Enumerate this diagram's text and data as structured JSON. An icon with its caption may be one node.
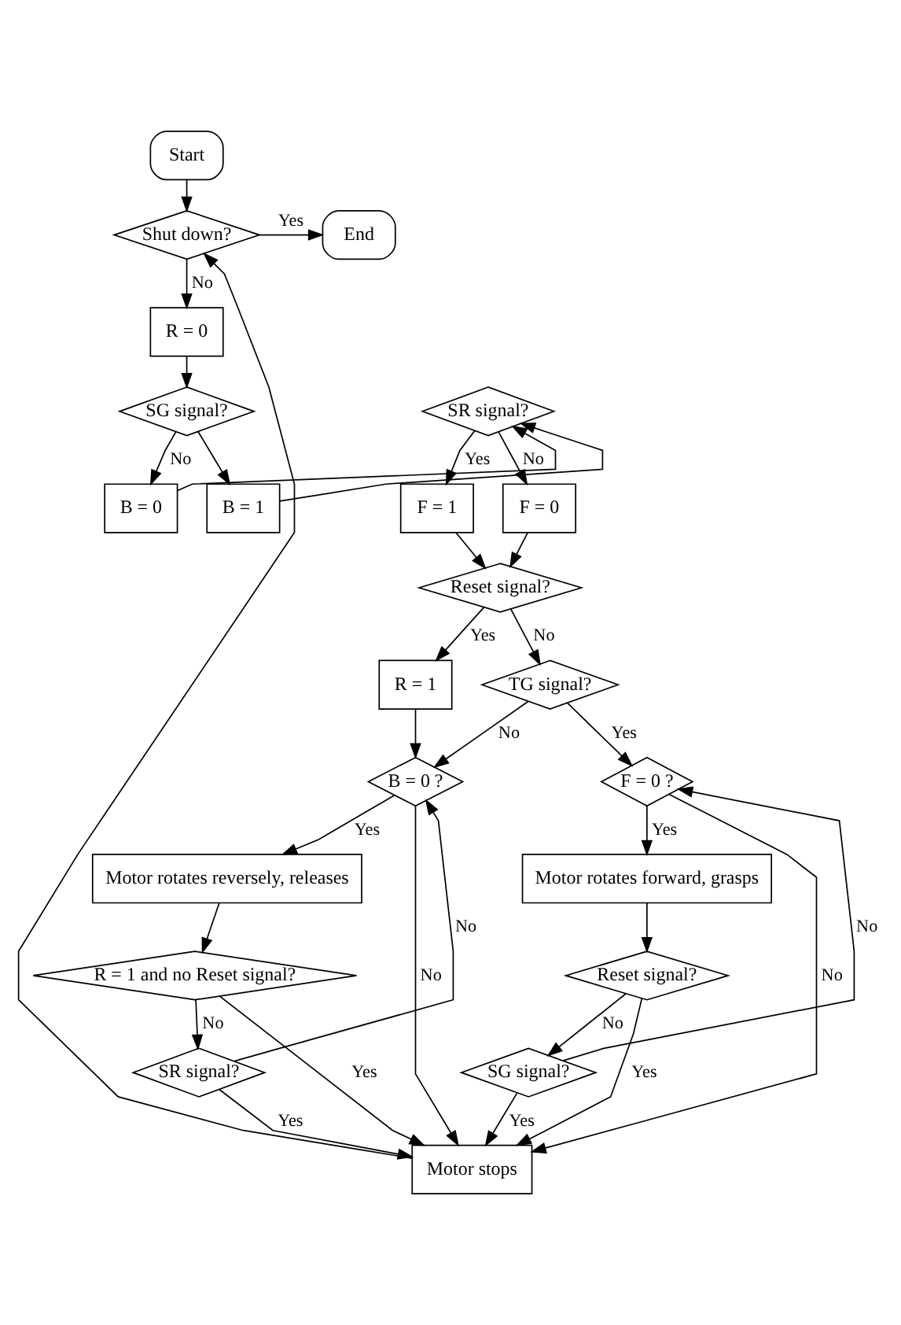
{
  "diagram": {
    "nodes": [
      {
        "text": [
          "Start"
        ]
      },
      {
        "text": [
          "Shut down?"
        ]
      },
      {
        "text": [
          "End"
        ]
      },
      {
        "text": [
          "R = 0"
        ]
      },
      {
        "text": [
          "SR signal?"
        ]
      },
      {
        "text": [
          "SG signal?"
        ]
      },
      {
        "text": [
          "F = 1"
        ]
      },
      {
        "text": [
          "F = 0"
        ]
      },
      {
        "text": [
          "B = 0"
        ]
      },
      {
        "text": [
          "B = 1"
        ]
      },
      {
        "text": [
          "Reset signal?"
        ]
      },
      {
        "text": [
          "R = 1"
        ]
      },
      {
        "text": [
          "TG signal?"
        ]
      },
      {
        "text": [
          "B = 0 ?"
        ]
      },
      {
        "text": [
          "F = 0 ?"
        ]
      },
      {
        "text": [
          "Motor rotates reversely, releases"
        ]
      },
      {
        "text": [
          "Motor rotates forward, grasps"
        ]
      },
      {
        "text": [
          "R = 1 and no Reset signal?"
        ]
      },
      {
        "text": [
          "Reset signal?"
        ]
      },
      {
        "text": [
          "SR signal?"
        ]
      },
      {
        "text": [
          "SG signal?"
        ]
      },
      {
        "text": [
          "Motor stops"
        ]
      }
    ],
    "edges": [
      {
        "from": 0,
        "to": 1,
        "arrow": "to"
      },
      {
        "from": 1,
        "to": 2,
        "arrow": "to",
        "label": "Yes"
      },
      {
        "from": 1,
        "to": 3,
        "arrow": "to",
        "label": "No"
      },
      {
        "from": 3,
        "to": 5,
        "arrow": "to"
      },
      {
        "from": 4,
        "to": 6,
        "arrow": "to",
        "label": "Yes"
      },
      {
        "from": 4,
        "to": 7,
        "arrow": "to",
        "label": "No"
      },
      {
        "from": 5,
        "to": 8,
        "arrow": "to",
        "label": "No"
      },
      {
        "from": 5,
        "to": 9,
        "arrow": "to"
      },
      {
        "from": 8,
        "to": 4,
        "arrow": "to"
      },
      {
        "from": 9,
        "to": 4,
        "arrow": "to"
      },
      {
        "from": 6,
        "to": 10,
        "arrow": "to"
      },
      {
        "from": 7,
        "to": 10,
        "arrow": "to"
      },
      {
        "from": 10,
        "to": 11,
        "arrow": "to",
        "label": "Yes"
      },
      {
        "from": 10,
        "to": 12,
        "arrow": "to",
        "label": "No"
      },
      {
        "from": 11,
        "to": 13,
        "arrow": "to"
      },
      {
        "from": 12,
        "to": 13,
        "arrow": "to",
        "label": "No"
      },
      {
        "from": 12,
        "to": 14,
        "arrow": "to",
        "label": "Yes"
      },
      {
        "from": 13,
        "to": 15,
        "arrow": "to",
        "label": "Yes"
      },
      {
        "from": 13,
        "to": 21,
        "arrow": "to",
        "label": "No"
      },
      {
        "from": 14,
        "to": 21,
        "arrow": "to",
        "label": "No"
      },
      {
        "from": 14,
        "to": 16,
        "arrow": "to",
        "label": "Yes"
      },
      {
        "from": 15,
        "to": 17,
        "arrow": "to"
      },
      {
        "from": 16,
        "to": 18,
        "arrow": "to"
      },
      {
        "from": 17,
        "to": 21,
        "arrow": "to",
        "label": "Yes"
      },
      {
        "from": 18,
        "to": 21,
        "arrow": "to",
        "label": "Yes"
      },
      {
        "from": 17,
        "to": 19,
        "arrow": "to",
        "label": "No"
      },
      {
        "from": 18,
        "to": 20,
        "arrow": "to",
        "label": "No"
      },
      {
        "from": 19,
        "to": 21,
        "arrow": "to",
        "label": "Yes"
      },
      {
        "from": 20,
        "to": 21,
        "arrow": "to",
        "label": "Yes"
      },
      {
        "from": 19,
        "to": 13,
        "arrow": "to",
        "label": "No"
      },
      {
        "from": 20,
        "to": 14,
        "arrow": "to",
        "label": "No"
      },
      {
        "from": 21,
        "to": 1,
        "arrow": "to"
      }
    ]
  }
}
